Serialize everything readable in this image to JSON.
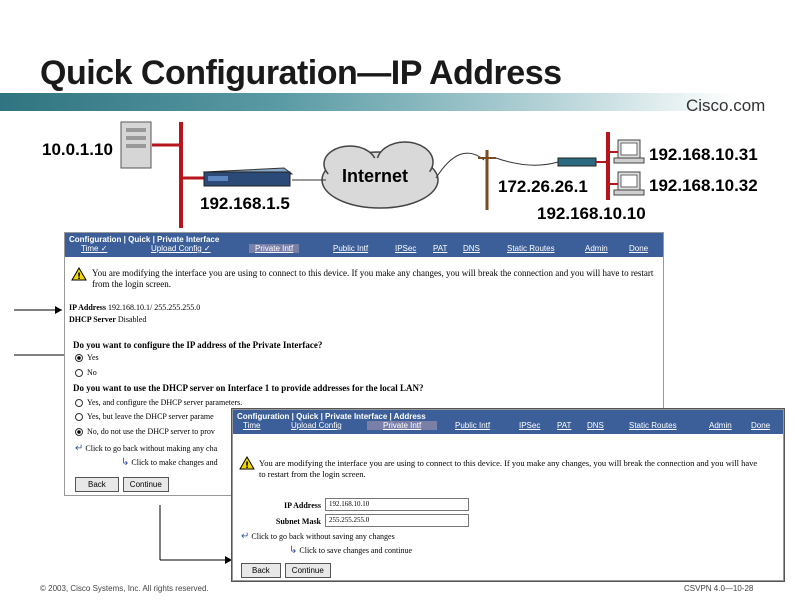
{
  "slide": {
    "title": "Quick Configuration—IP Address",
    "brand": "Cisco.com",
    "footer_left": "© 2003, Cisco Systems, Inc. All rights reserved.",
    "footer_right": "CSVPN 4.0—10-28",
    "accent_color": "#2f7480"
  },
  "network": {
    "server_ip": "10.0.1.10",
    "concentrator_ip": "192.168.1.5",
    "cloud_label": "Internet",
    "remote_public_ip": "172.26.26.1",
    "remote_private_ip": "192.168.10.10",
    "host1_ip": "192.168.10.31",
    "host2_ip": "192.168.10.32"
  },
  "panel1": {
    "breadcrumb": "Configuration | Quick | Private Interface",
    "nav": [
      "Time ✓",
      "Upload Config ✓",
      "Private Intf",
      "Public Intf",
      "IPSec",
      "PAT",
      "DNS",
      "Static Routes",
      "Admin",
      "Done"
    ],
    "warning_line1": "You are modifying the interface you are using to connect to this device. If you make any changes, you will break the connection and you will have to restart",
    "warning_line2": "from the login screen.",
    "ip_label": "IP Address",
    "ip_value": "192.168.10.1/ 255.255.255.0",
    "dhcp_label": "DHCP Server",
    "dhcp_value": "Disabled",
    "q1": "Do you want to configure the IP address of the Private Interface?",
    "q1_opt_yes": "Yes",
    "q1_opt_no": "No",
    "q2": "Do you want to use the DHCP server on Interface 1 to provide addresses for the local LAN?",
    "q2_opt1": "Yes, and configure the DHCP server parameters.",
    "q2_opt2": "Yes, but leave the DHCP server parame",
    "q2_opt3": "No, do not use the DHCP server to prov",
    "back_link": "Click to go back without making any cha",
    "save_link": "Click to make changes and",
    "back_btn": "Back",
    "continue_btn": "Continue"
  },
  "panel2": {
    "breadcrumb": "Configuration | Quick | Private Interface | Address",
    "nav": [
      "Time",
      "Upload Config",
      "Private Intf",
      "Public Intf",
      "IPSec",
      "PAT",
      "DNS",
      "Static Routes",
      "Admin",
      "Done"
    ],
    "warning_line1": "You are modifying the interface you are using to connect to this device. If you make any changes, you will break the connection and you will have",
    "warning_line2": "to restart from the login screen.",
    "ip_label": "IP Address",
    "ip_value": "192.168.10.10",
    "mask_label": "Subnet Mask",
    "mask_value": "255.255.255.0",
    "back_link": "Click to go back without saving any changes",
    "save_link": "Click to save changes and continue",
    "back_btn": "Back",
    "continue_btn": "Continue"
  }
}
